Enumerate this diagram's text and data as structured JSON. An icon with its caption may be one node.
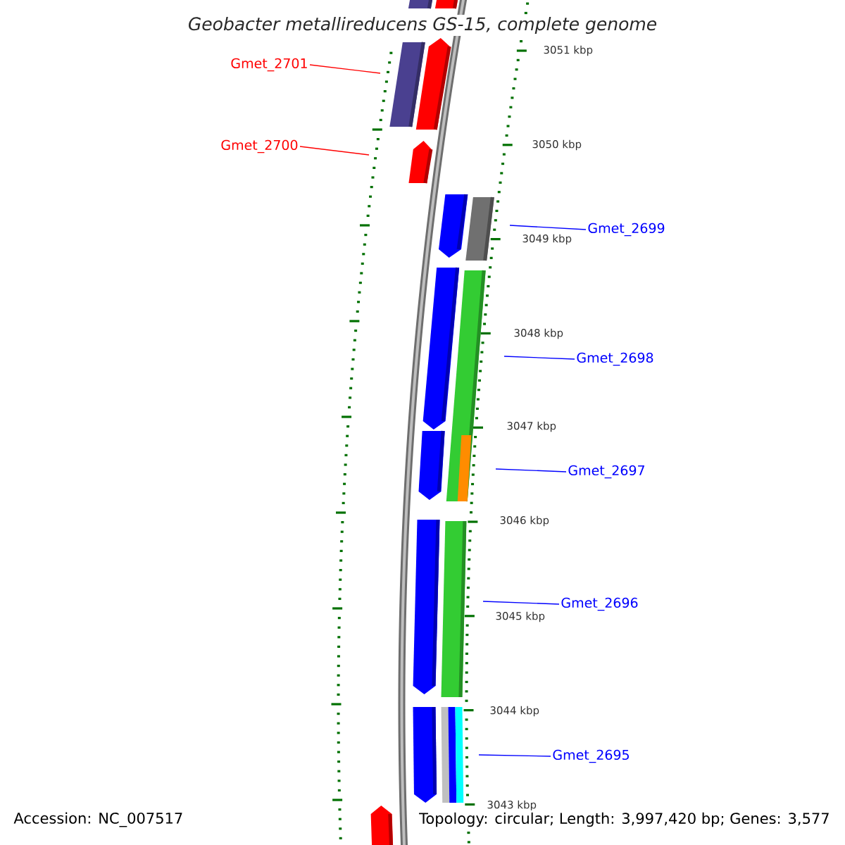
{
  "diagram": {
    "title": "Geobacter metallireducens GS-15, complete genome",
    "nodes": [
      {
        "text": [
          "Gmet_2701"
        ]
      },
      {
        "text": [
          "Gmet_2700"
        ]
      },
      {
        "text": [
          "Gmet_2699"
        ]
      },
      {
        "text": [
          "Gmet_2698"
        ]
      },
      {
        "text": [
          "Gmet_2697"
        ]
      },
      {
        "text": [
          "Gmet_2696"
        ]
      },
      {
        "text": [
          "Gmet_2695"
        ]
      }
    ],
    "edges": [
      {
        "from": 0,
        "to": null,
        "arrow": "none",
        "color": "#ff0000"
      },
      {
        "from": 1,
        "to": null,
        "arrow": "none",
        "color": "#ff0000"
      },
      {
        "from": 2,
        "to": null,
        "arrow": "none"
      },
      {
        "from": 3,
        "to": null,
        "arrow": "none"
      },
      {
        "from": 4,
        "to": null,
        "arrow": "none"
      },
      {
        "from": 5,
        "to": null,
        "arrow": "none"
      },
      {
        "from": 6,
        "to": null,
        "arrow": "none"
      }
    ],
    "labels": [
      "3051 kbp",
      "3050 kbp",
      "3049 kbp",
      "3048 kbp",
      "3047 kbp",
      "3046 kbp",
      "3045 kbp",
      "3044 kbp",
      "3043 kbp",
      "Accession: NC_007517",
      "Topology: circular; Length: 3,997,420 bp; Genes: 3,577"
    ]
  }
}
